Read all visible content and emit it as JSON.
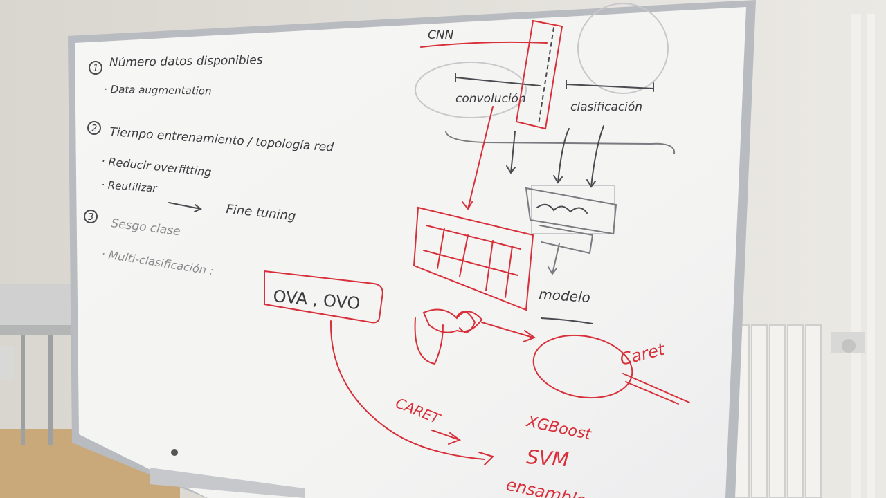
{
  "whiteboard": {
    "notes": {
      "n1_num": "1",
      "n1_title": "Número datos disponibles",
      "n1_sub": "· Data augmentation",
      "n2_num": "2",
      "n2_title": "Tiempo entrenamiento  /  topología red",
      "n2_sub1": "· Reducir overfitting",
      "n2_sub2": "· Reutilizar",
      "n2_target": "Fine tuning",
      "n3_num": "3",
      "n3_title": "Sesgo clase",
      "n3_sub": "· Multi-clasificación  :",
      "n3_box": "OVA , OVO"
    },
    "diagram": {
      "title": "CNN",
      "conv_label": "convolución",
      "class_label": "clasificación",
      "model_label": "modelo",
      "caret_right": "Caret",
      "caret_bottom": "CARET",
      "xgboost": "XGBoost",
      "svm": "SVM",
      "ensamble": "ensamble"
    }
  },
  "colors": {
    "board": "#f4f4f2",
    "frame": "#b8bbc0",
    "black_marker": "#3a3a3f",
    "red_marker": "#d8303a",
    "wall": "#e8e6e0"
  }
}
